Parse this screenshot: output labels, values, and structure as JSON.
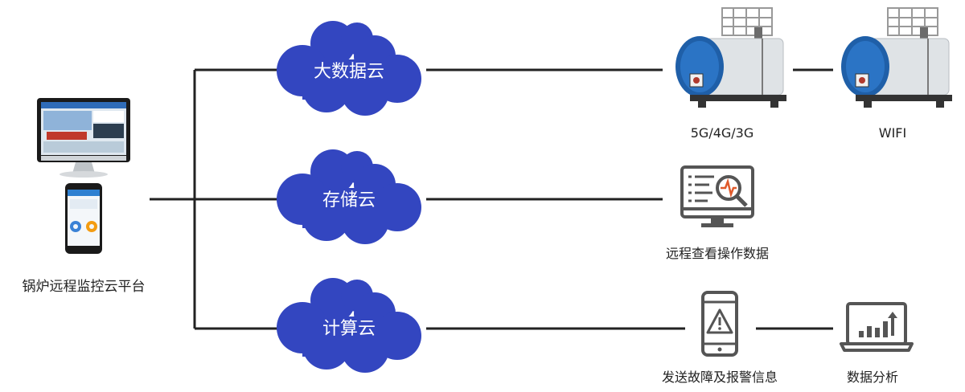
{
  "platform": {
    "label": "锅炉远程监控云平台"
  },
  "clouds": [
    {
      "label": "大数据云"
    },
    {
      "label": "存储云"
    },
    {
      "label": "计算云"
    }
  ],
  "boilers": [
    {
      "label": "5G/4G/3G"
    },
    {
      "label": "WIFI"
    }
  ],
  "remote_view": {
    "label": "远程查看操作数据"
  },
  "alarm": {
    "label": "发送故障及报警信息"
  },
  "analysis": {
    "label": "数据分析"
  },
  "colors": {
    "cloud_blue": "#3346c0",
    "line": "#222222",
    "boiler_blue": "#1f5fa8",
    "icon_gray": "#555555"
  }
}
